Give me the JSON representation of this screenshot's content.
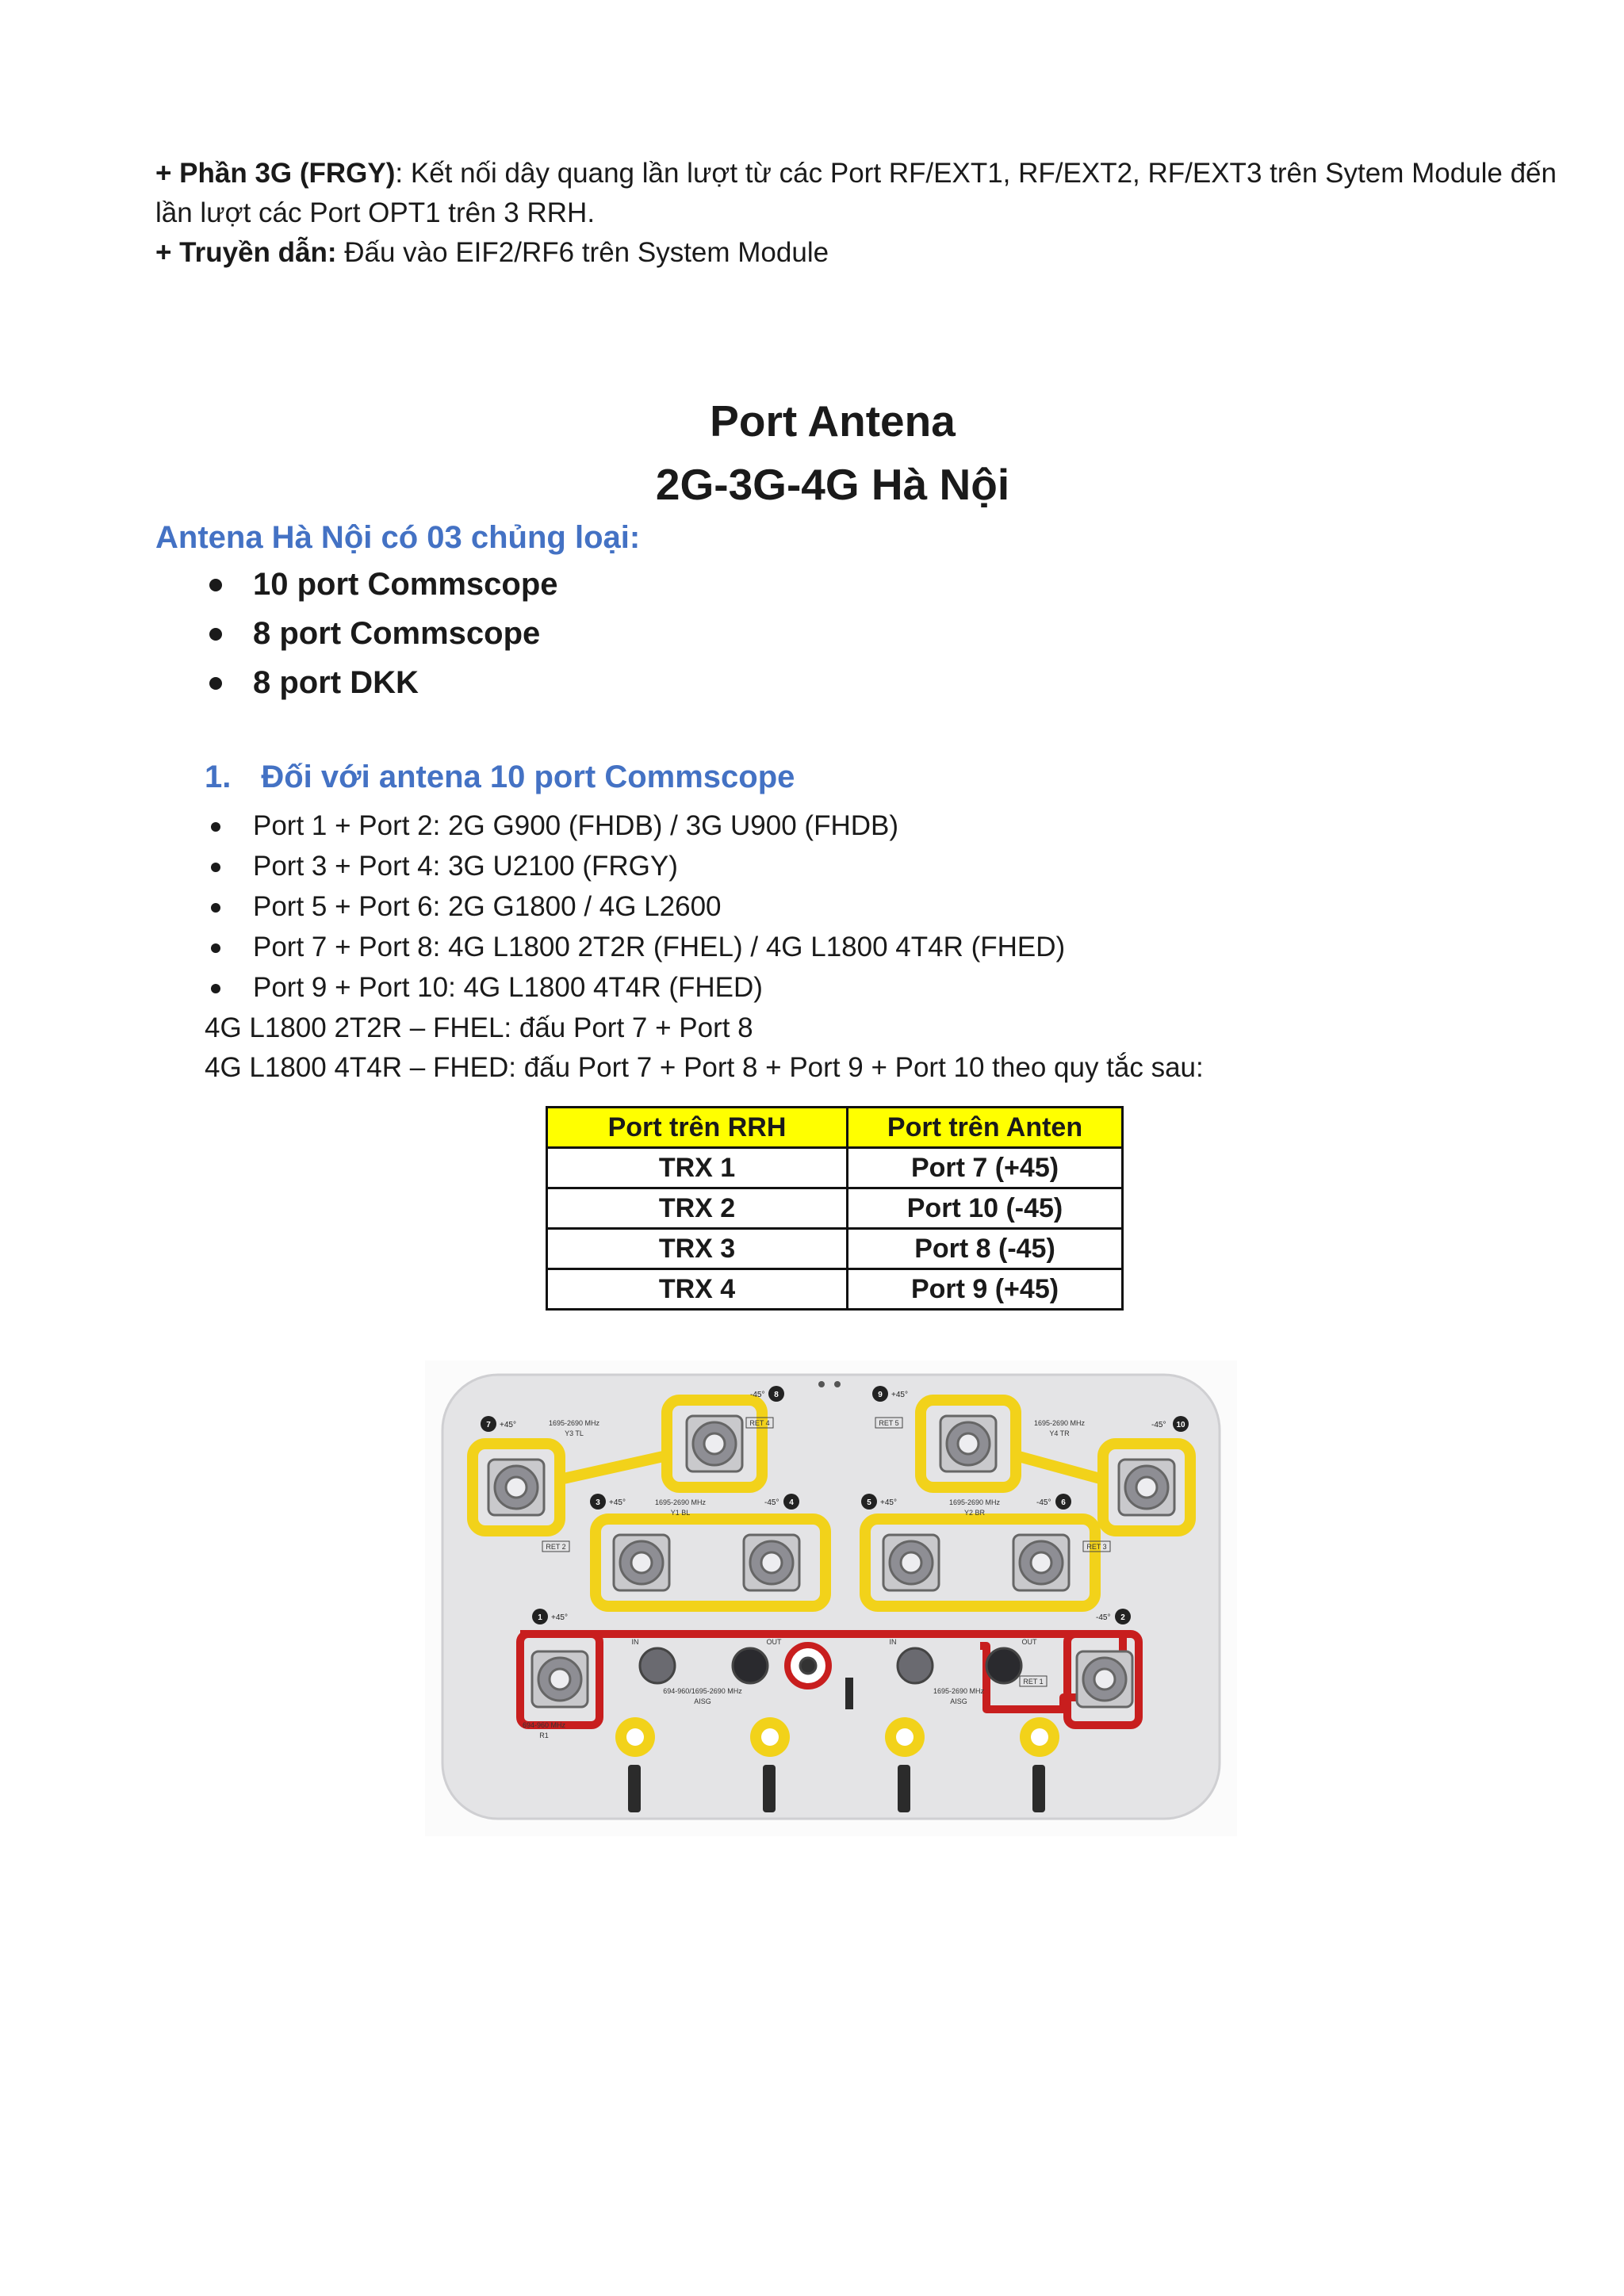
{
  "intro": {
    "line1_bold": "+ Phần 3G (FRGY)",
    "line1_rest": ": Kết nối dây quang lần lượt từ các Port RF/EXT1, RF/EXT2, RF/EXT3 trên Sytem Module đến",
    "line2": "lần lượt các Port OPT1 trên 3 RRH.",
    "line3_bold": "+ Truyền dẫn:",
    "line3_rest": " Đấu vào EIF2/RF6 trên System Module"
  },
  "title": {
    "line1": "Port Antena",
    "line2": "2G-3G-4G  Hà Nội"
  },
  "types_heading": "Antena Hà Nội có 03 chủng loại:",
  "types": [
    "10 port Commscope",
    "8 port Commscope",
    "8 port DKK"
  ],
  "section1": {
    "number": "1.",
    "heading": "Đối với antena 10 port Commscope",
    "items": [
      "Port 1 + Port 2: 2G G900 (FHDB) / 3G U900 (FHDB)",
      "Port 3 + Port 4: 3G U2100  (FRGY)",
      "Port 5 + Port 6: 2G G1800  / 4G L2600",
      "Port 7 + Port 8: 4G L1800  2T2R (FHEL) / 4G L1800  4T4R (FHED)",
      "Port 9 + Port 10: 4G L1800  4T4R (FHED)"
    ],
    "note1": "4G L1800  2T2R – FHEL: đấu Port 7 + Port 8",
    "note2": "4G L1800  4T4R – FHED: đấu Port 7 + Port 8 + Port 9 + Port 10  theo quy tắc sau:"
  },
  "table": {
    "headers": [
      "Port trên RRH",
      "Port trên Anten"
    ],
    "rows": [
      [
        "TRX 1",
        "Port 7 (+45)"
      ],
      [
        "TRX 2",
        "Port 10  (-45)"
      ],
      [
        "TRX 3",
        "Port 8  (-45)"
      ],
      [
        "TRX 4",
        "Port 9  (+45)"
      ]
    ]
  },
  "photo": {
    "colors": {
      "panel": "#e4e4e6",
      "yellow": "#f2d21a",
      "red": "#c81e1e"
    },
    "ports": [
      {
        "n": "7",
        "pol": "+45°"
      },
      {
        "n": "8",
        "pol": "-45°"
      },
      {
        "n": "9",
        "pol": "+45°"
      },
      {
        "n": "10",
        "pol": "-45°"
      },
      {
        "n": "3",
        "pol": "+45°"
      },
      {
        "n": "4",
        "pol": "-45°"
      },
      {
        "n": "5",
        "pol": "+45°"
      },
      {
        "n": "6",
        "pol": "-45°"
      },
      {
        "n": "1",
        "pol": "+45°"
      },
      {
        "n": "2",
        "pol": "-45°"
      }
    ],
    "freq_labels": [
      "1695-2690 MHz",
      "Y3  TL",
      "1695-2690 MHz",
      "Y4  TR",
      "1695-2690 MHz",
      "Y1  BL",
      "1695-2690 MHz",
      "Y2  BR",
      "694-960 MHz",
      "R1",
      "694-960/1695-2690 MHz",
      "AISG",
      "1695-2690 MHz",
      "AISG"
    ],
    "ret_labels": [
      "RET 4",
      "RET 5",
      "RET 2",
      "RET 3",
      "RET 1"
    ],
    "io_labels": [
      "IN",
      "OUT",
      "IN",
      "OUT"
    ]
  }
}
